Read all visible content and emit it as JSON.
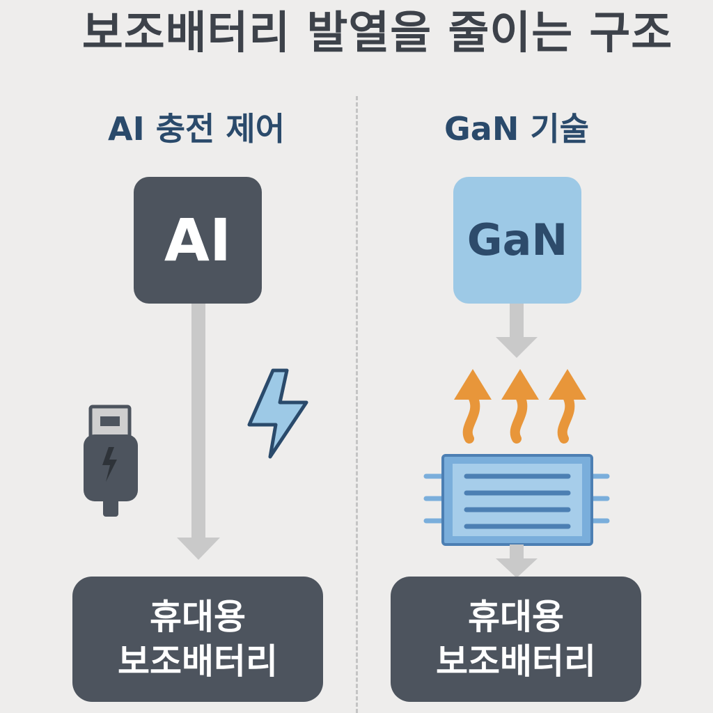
{
  "title": "보조배터리 발열을 줄이는 구조",
  "left": {
    "heading": "AI 충전 제어",
    "box_label": "AI",
    "result_line1": "휴대용",
    "result_line2": "보조배터리"
  },
  "right": {
    "heading": "GaN 기술",
    "box_label": "GaN",
    "result_line1": "휴대용",
    "result_line2": "보조배터리"
  },
  "colors": {
    "background": "#eeedec",
    "dark_box": "#4d545e",
    "gan_box": "#9dc9e6",
    "heading": "#2a4a6b",
    "arrow_gray": "#c9c9c9",
    "heat_orange": "#e8963a",
    "chip_blue": "#7aaedb"
  },
  "icons": [
    "usb-plug-icon",
    "lightning-bolt-icon",
    "heat-wave-icon",
    "gan-chip-icon"
  ]
}
